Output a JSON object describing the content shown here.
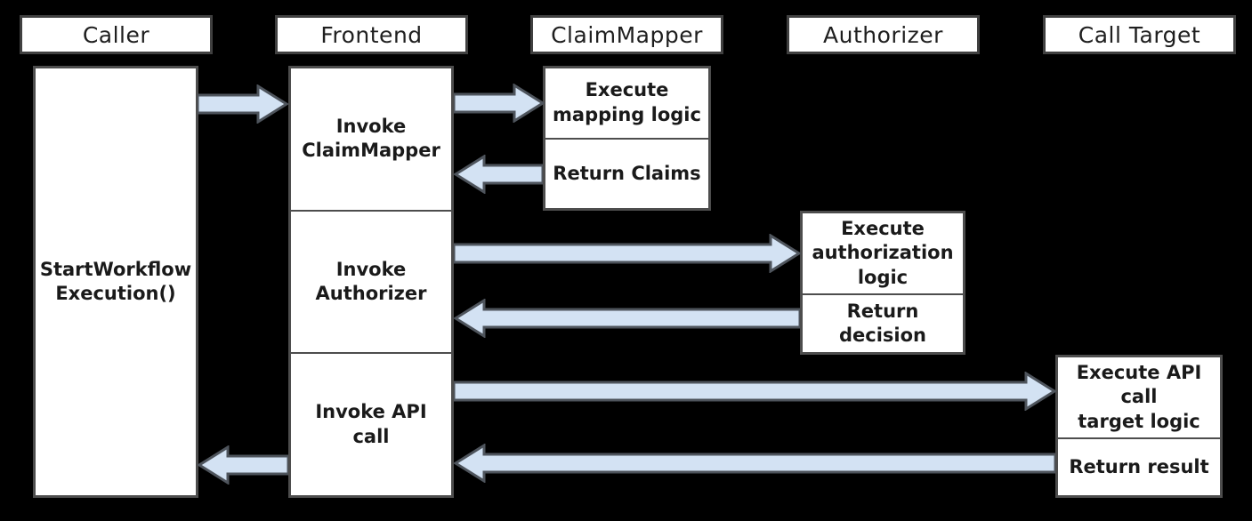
{
  "diagram": {
    "type": "sequence-diagram",
    "background_color": "#000000",
    "box_fill_color": "#ffffff",
    "box_border_color": "#4d4d4d",
    "arrow_fill_color": "#d3e2f3",
    "arrow_stroke_color": "#4e545c",
    "text_color": "#1a1a1a",
    "lanes": [
      {
        "id": "caller",
        "header": "Caller"
      },
      {
        "id": "frontend",
        "header": "Frontend"
      },
      {
        "id": "claimmapper",
        "header": "ClaimMapper"
      },
      {
        "id": "authorizer",
        "header": "Authorizer"
      },
      {
        "id": "calltarget",
        "header": "Call Target"
      }
    ],
    "columns": {
      "caller": {
        "cells": [
          "StartWorkflow\nExecution()"
        ]
      },
      "frontend": {
        "cells": [
          "Invoke\nClaimMapper",
          "Invoke\nAuthorizer",
          "Invoke API call"
        ]
      },
      "claimmapper": {
        "cells": [
          "Execute\nmapping logic",
          "Return Claims"
        ]
      },
      "authorizer": {
        "cells": [
          "Execute\nauthorization\nlogic",
          "Return decision"
        ]
      },
      "calltarget": {
        "cells": [
          "Execute API call\ntarget logic",
          "Return result"
        ]
      }
    },
    "arrows": [
      {
        "name": "caller-to-frontend",
        "from": "Caller",
        "to": "Frontend",
        "direction": "right"
      },
      {
        "name": "frontend-to-claimmapper",
        "from": "Frontend",
        "to": "ClaimMapper",
        "direction": "right"
      },
      {
        "name": "claimmapper-to-frontend",
        "from": "ClaimMapper",
        "to": "Frontend",
        "direction": "left"
      },
      {
        "name": "frontend-to-authorizer",
        "from": "Frontend",
        "to": "Authorizer",
        "direction": "right"
      },
      {
        "name": "authorizer-to-frontend",
        "from": "Authorizer",
        "to": "Frontend",
        "direction": "left"
      },
      {
        "name": "frontend-to-calltarget",
        "from": "Frontend",
        "to": "Call Target",
        "direction": "right"
      },
      {
        "name": "calltarget-to-frontend",
        "from": "Call Target",
        "to": "Frontend",
        "direction": "left"
      },
      {
        "name": "frontend-to-caller",
        "from": "Frontend",
        "to": "Caller",
        "direction": "left"
      }
    ]
  }
}
